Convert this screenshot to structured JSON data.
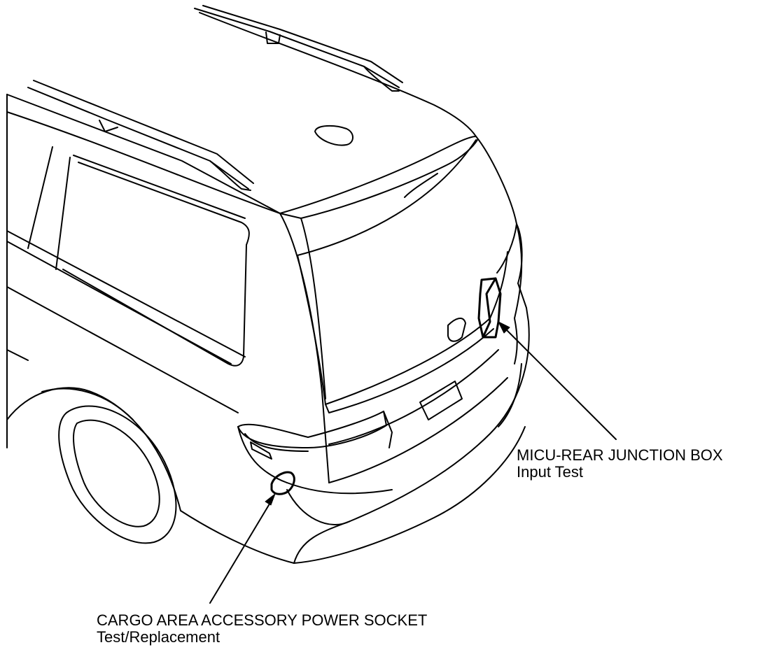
{
  "callouts": {
    "junction_box": {
      "title": "MICU-REAR JUNCTION BOX",
      "subtitle": "Input Test"
    },
    "power_socket": {
      "title": "CARGO AREA ACCESSORY POWER SOCKET",
      "subtitle": "Test/Replacement"
    }
  },
  "colors": {
    "line": "#000000",
    "background": "#ffffff"
  }
}
